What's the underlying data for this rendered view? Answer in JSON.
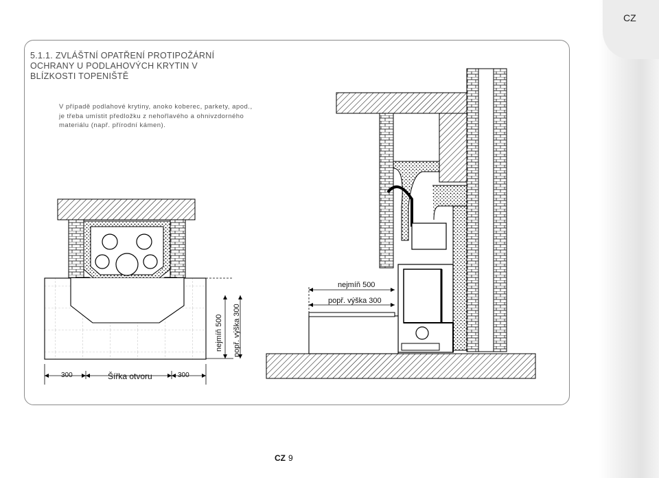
{
  "language_tab": "CZ",
  "section": {
    "number": "5.1.1.",
    "title": "ZVLÁŠTNÍ OPATŘENÍ PROTIPOŽÁRNÍ OCHRANY U PODLAHOVÝCH KRYTIN V BLÍZKOSTI TOPENIŠTĚ"
  },
  "paragraph": "V případě podlahové krytiny, anoko koberec, parkety, apod., je třeba umístit předložku z nehořlavého a ohnivzdorného materiálu (např. přírodní kámen).",
  "figure": {
    "dim_300_left": "300",
    "width_label": "Šířka otvoru",
    "dim_300_right": "300",
    "min_500_vertical": "nejmíň 500",
    "approx_300_vertical": "popř. výška 300",
    "min_500_horizontal": "nejmíň 500",
    "approx_300_horizontal": "popř. výška 300"
  },
  "footer": {
    "lang": "CZ",
    "page": "9"
  },
  "colors": {
    "frame": "#8a8a8a",
    "heading": "#4a4a4a",
    "text": "#555555"
  }
}
